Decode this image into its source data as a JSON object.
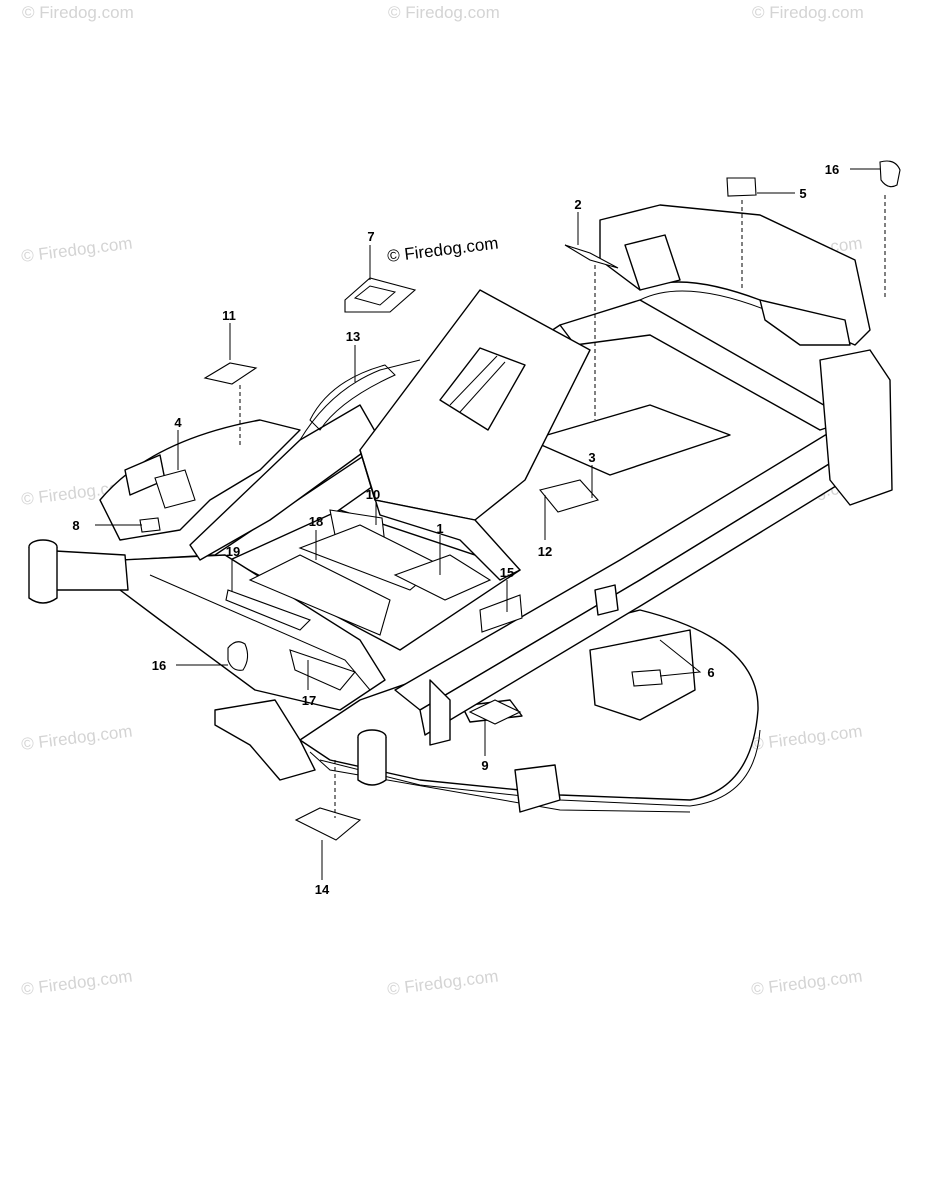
{
  "watermark": {
    "text": "© Firedog.com",
    "main_text": "© Firedog.com"
  },
  "callouts": [
    "1",
    "2",
    "3",
    "4",
    "5",
    "6",
    "7",
    "8",
    "9",
    "10",
    "11",
    "12",
    "13",
    "14",
    "15",
    "16",
    "16",
    "17",
    "18",
    "19"
  ],
  "colors": {
    "line": "#000000",
    "watermark": "#d4d4d4",
    "background": "#ffffff"
  }
}
